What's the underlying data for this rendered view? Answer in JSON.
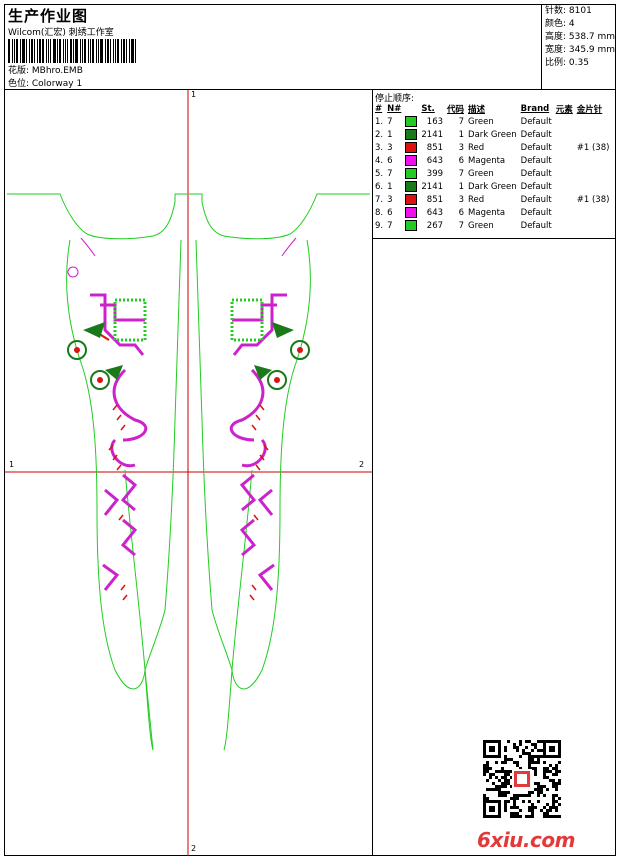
{
  "header": {
    "title": "生产作业图",
    "subtitle": "Wilcom(汇宏) 刺绣工作室",
    "design_line": "花版:  MBhro.EMB",
    "colorway_line": "色位:  Colorway 1"
  },
  "stats": [
    {
      "label": "针数: 8101"
    },
    {
      "label": "颜色: 4"
    },
    {
      "label": "高度: 538.7 mm"
    },
    {
      "label": "宽度: 345.9 mm"
    },
    {
      "label": "比例: 0.35"
    }
  ],
  "axis_labels": {
    "top": "1",
    "bottom": "2",
    "left": "1",
    "right": "2"
  },
  "stop_sequence": {
    "title": "停止顺序:",
    "columns": [
      "#",
      "N#",
      "St.",
      "代码",
      "描述",
      "Brand",
      "元素",
      "金片针"
    ],
    "rows": [
      {
        "num": "1.",
        "needle": "7",
        "color": "#22cc22",
        "stitches": "163",
        "code": "7",
        "desc": "Green",
        "brand": "Default",
        "elem": "",
        "sequin": ""
      },
      {
        "num": "2.",
        "needle": "1",
        "color": "#1a7a1a",
        "stitches": "2141",
        "code": "1",
        "desc": "Dark Green",
        "brand": "Default",
        "elem": "",
        "sequin": ""
      },
      {
        "num": "3.",
        "needle": "3",
        "color": "#dd1111",
        "stitches": "851",
        "code": "3",
        "desc": "Red",
        "brand": "Default",
        "elem": "",
        "sequin": "#1 (38)"
      },
      {
        "num": "4.",
        "needle": "6",
        "color": "#ee11ee",
        "stitches": "643",
        "code": "6",
        "desc": "Magenta",
        "brand": "Default",
        "elem": "",
        "sequin": ""
      },
      {
        "num": "5.",
        "needle": "7",
        "color": "#22cc22",
        "stitches": "399",
        "code": "7",
        "desc": "Green",
        "brand": "Default",
        "elem": "",
        "sequin": ""
      },
      {
        "num": "6.",
        "needle": "1",
        "color": "#1a7a1a",
        "stitches": "2141",
        "code": "1",
        "desc": "Dark Green",
        "brand": "Default",
        "elem": "",
        "sequin": ""
      },
      {
        "num": "7.",
        "needle": "3",
        "color": "#dd1111",
        "stitches": "851",
        "code": "3",
        "desc": "Red",
        "brand": "Default",
        "elem": "",
        "sequin": "#1 (38)"
      },
      {
        "num": "8.",
        "needle": "6",
        "color": "#ee11ee",
        "stitches": "643",
        "code": "6",
        "desc": "Magenta",
        "brand": "Default",
        "elem": "",
        "sequin": ""
      },
      {
        "num": "9.",
        "needle": "7",
        "color": "#22cc22",
        "stitches": "267",
        "code": "7",
        "desc": "Green",
        "brand": "Default",
        "elem": "",
        "sequin": ""
      }
    ]
  },
  "watermark": "6xiu.com",
  "colors": {
    "outline": "#22cc22",
    "accent_magenta": "#cc22cc",
    "accent_red": "#dd1111",
    "dark_green": "#1a7a1a",
    "axis": "#cc0000"
  }
}
